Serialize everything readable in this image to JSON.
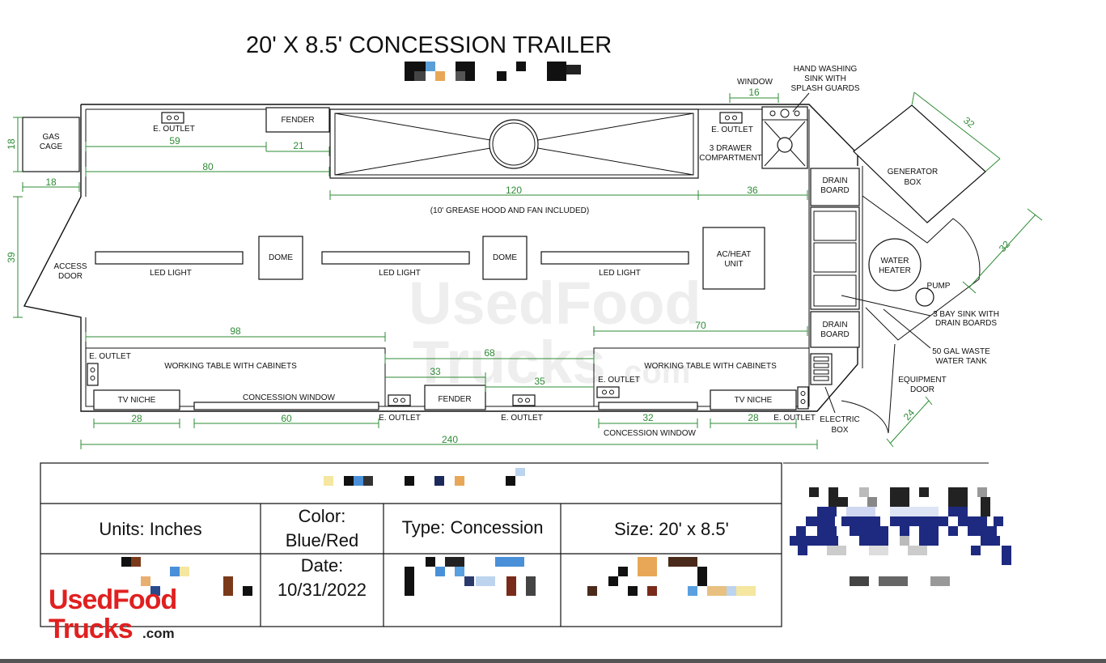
{
  "title": "20' X 8.5' CONCESSION TRAILER",
  "watermark": {
    "line1": "UsedFood",
    "line2": "Trucks",
    "suffix": ".com"
  },
  "labels": {
    "gas_cage": [
      "GAS",
      "CAGE"
    ],
    "outlet": "E. OUTLET",
    "fender": "FENDER",
    "grease_note": "(10' GREASE HOOD AND FAN INCLUDED)",
    "access_door": [
      "ACCESS",
      "DOOR"
    ],
    "led_light": "LED LIGHT",
    "dome": "DOME",
    "ac_heat": [
      "AC/HEAT",
      "UNIT"
    ],
    "window": "WINDOW",
    "hand_sink": [
      "HAND WASHING",
      "SINK WITH",
      "SPLASH GUARDS"
    ],
    "drawer": [
      "3 DRAWER",
      "COMPARTMENT"
    ],
    "drain_board": [
      "DRAIN",
      "BOARD"
    ],
    "generator": [
      "GENERATOR",
      "BOX"
    ],
    "water_heater": [
      "WATER",
      "HEATER"
    ],
    "pump": "PUMP",
    "bay_sink": [
      "3 BAY SINK WITH",
      "DRAIN BOARDS"
    ],
    "waste_tank": [
      "50 GAL WASTE",
      "WATER TANK"
    ],
    "equipment_door": [
      "EQUIPMENT",
      "DOOR"
    ],
    "electric_box": [
      "ELECTRIC",
      "BOX"
    ],
    "working_table": "WORKING TABLE WITH CABINETS",
    "tv_niche": "TV NICHE",
    "concession_window": "CONCESSION WINDOW"
  },
  "dimensions": {
    "gas_h": "18",
    "gas_w": "18",
    "d59": "59",
    "d21": "21",
    "d80": "80",
    "d120": "120",
    "d36": "36",
    "d16": "16",
    "d39": "39",
    "d98": "98",
    "d70": "70",
    "d68": "68",
    "d33": "33",
    "d35": "35",
    "d28a": "28",
    "d60": "60",
    "d32": "32",
    "d28b": "28",
    "d240": "240",
    "gen_w": "32",
    "gen_h": "32",
    "door": "24"
  },
  "table": {
    "units": "Units: Inches",
    "color_label": "Color:",
    "color_value": "Blue/Red",
    "type": "Type: Concession",
    "size": "Size: 20' x 8.5'",
    "date_label": "Date:",
    "date_value": "10/31/2022"
  },
  "logo": {
    "line1": "UsedFood",
    "line2": "Trucks",
    "suffix": ".com",
    "color": "#e02020"
  },
  "colors": {
    "dimension": "#2e8b35",
    "line": "#111111",
    "censor_blue": "#1e2a80"
  }
}
